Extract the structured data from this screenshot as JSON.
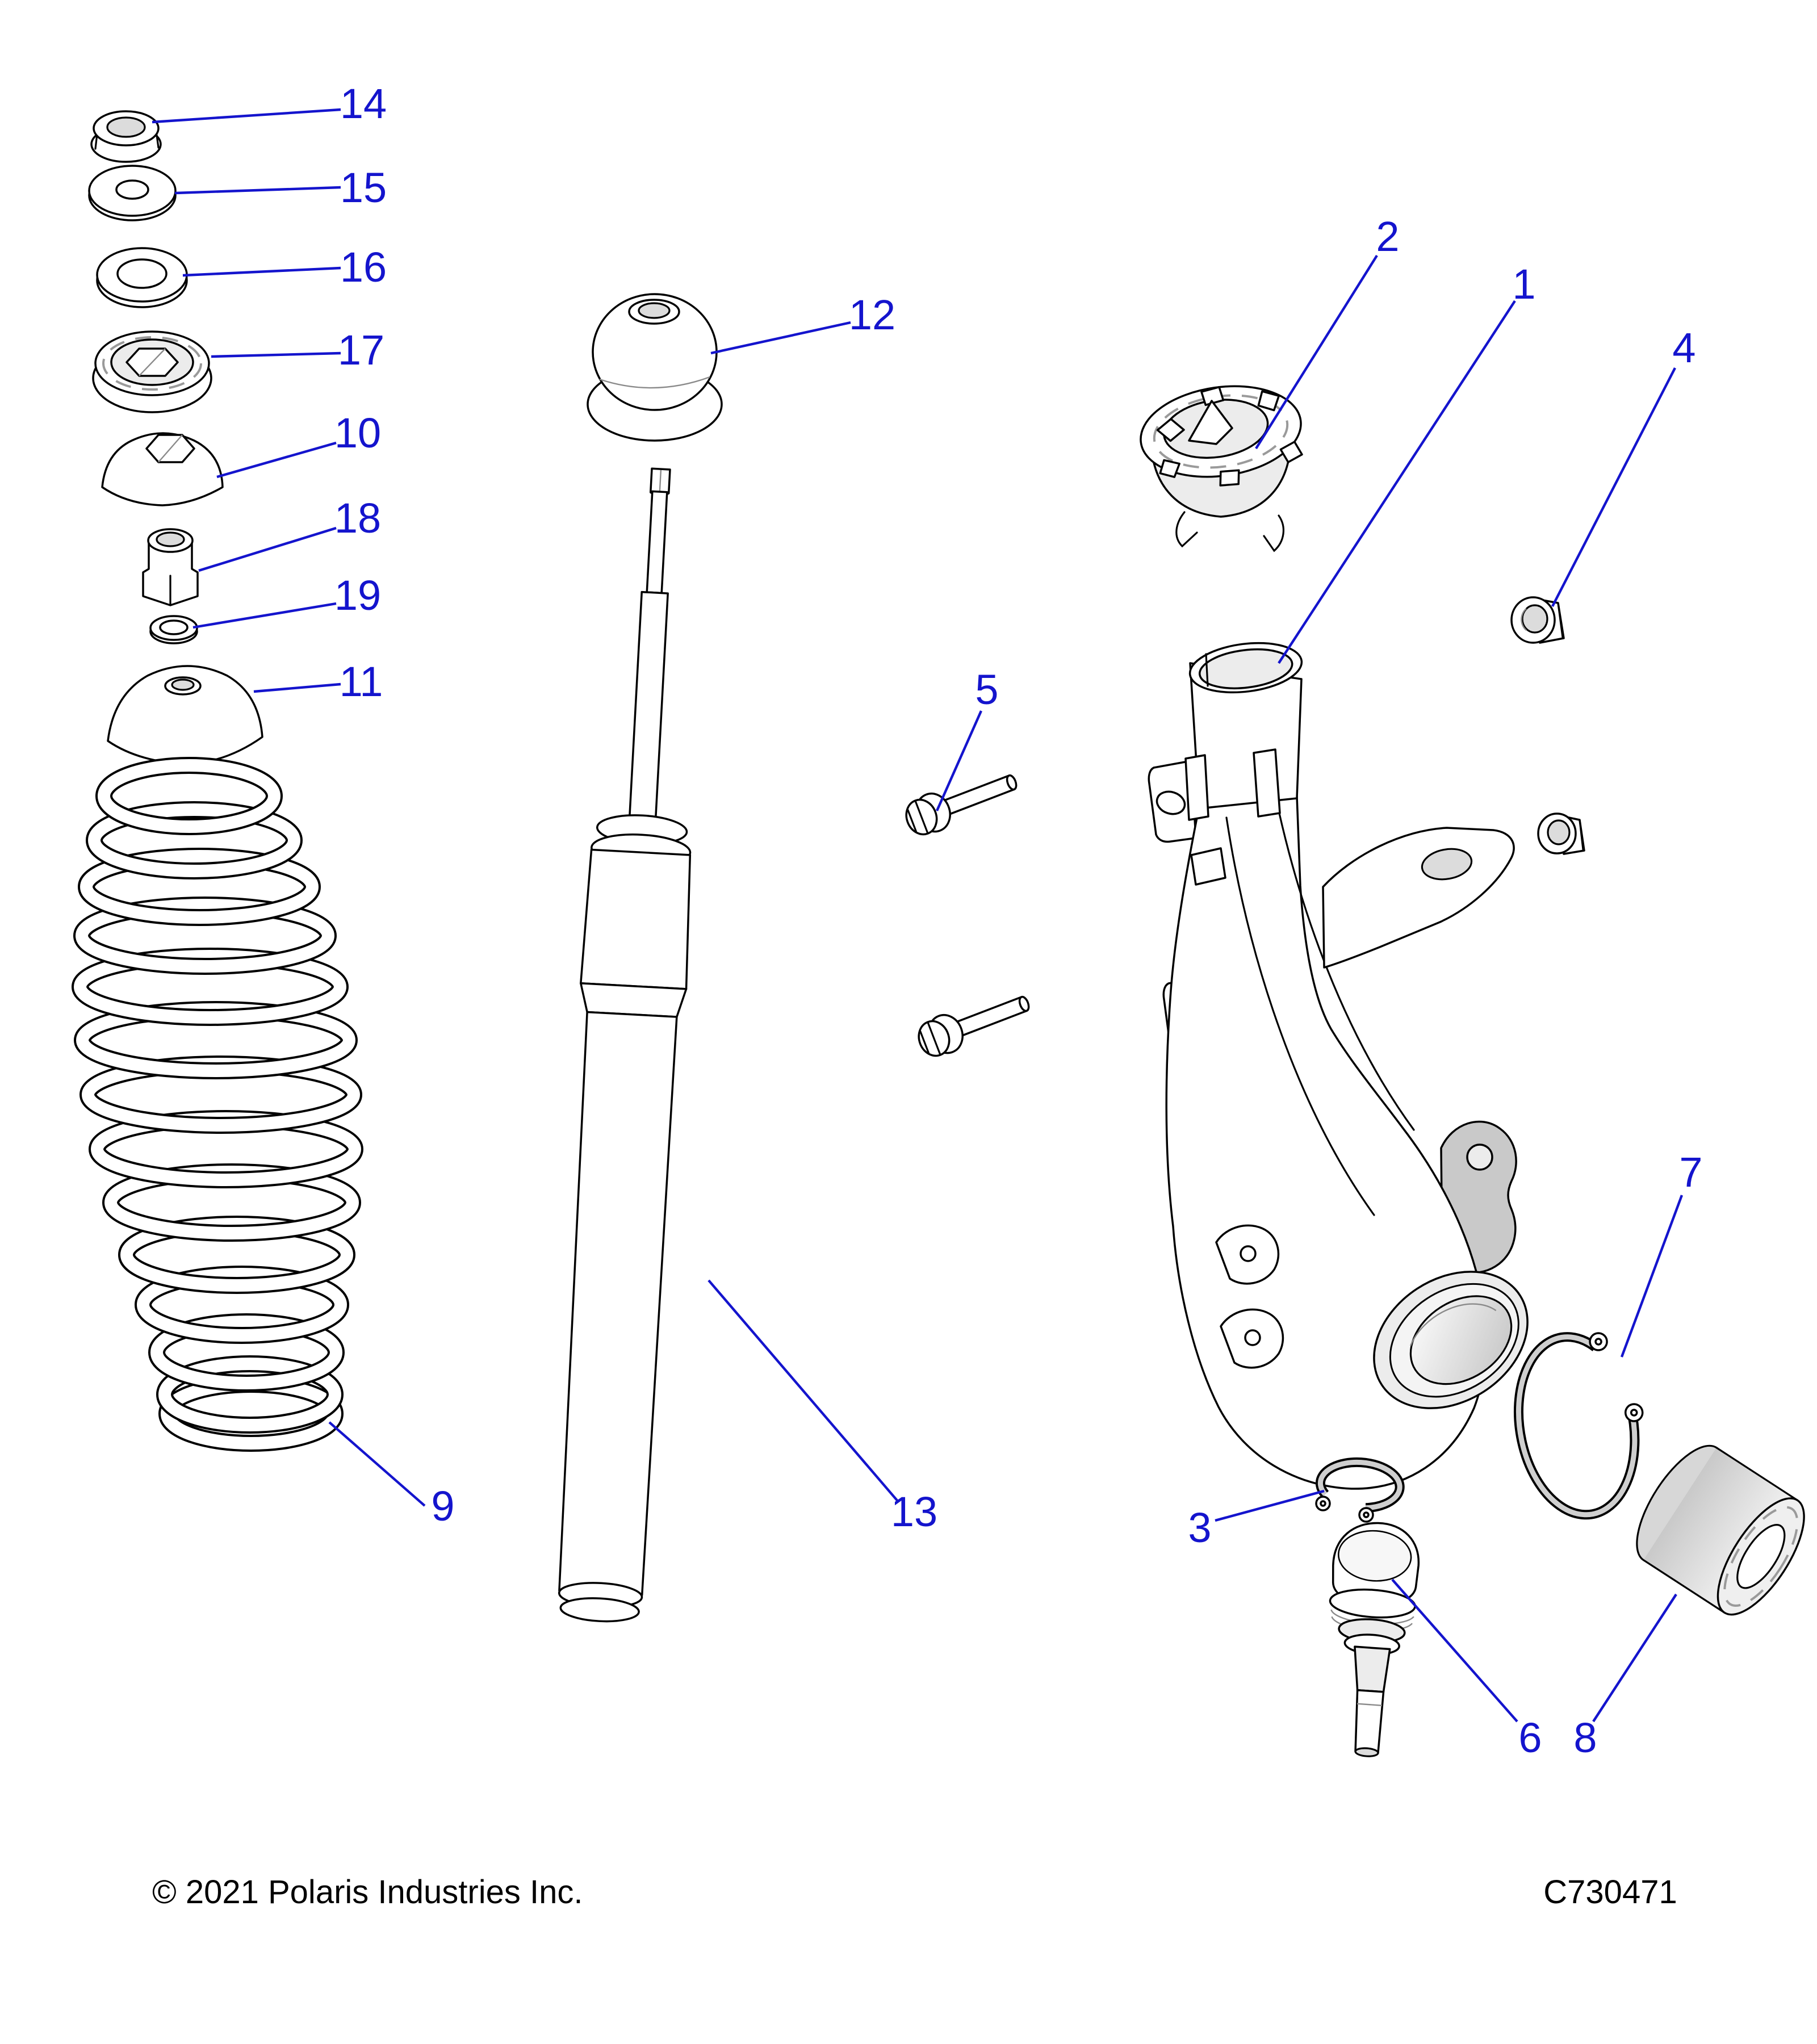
{
  "diagram": {
    "callouts": {
      "c1": {
        "label": "1"
      },
      "c2": {
        "label": "2"
      },
      "c3": {
        "label": "3"
      },
      "c4": {
        "label": "4"
      },
      "c5": {
        "label": "5"
      },
      "c6": {
        "label": "6"
      },
      "c7": {
        "label": "7"
      },
      "c8": {
        "label": "8"
      },
      "c9": {
        "label": "9"
      },
      "c10": {
        "label": "10"
      },
      "c11": {
        "label": "11"
      },
      "c12": {
        "label": "12"
      },
      "c13": {
        "label": "13"
      },
      "c14": {
        "label": "14"
      },
      "c15": {
        "label": "15"
      },
      "c16": {
        "label": "16"
      },
      "c17": {
        "label": "17"
      },
      "c18": {
        "label": "18"
      },
      "c19": {
        "label": "19"
      }
    },
    "footer": {
      "copyright": "© 2021 Polaris Industries Inc.",
      "part_code": "C730471"
    },
    "colors": {
      "callout_blue": "#1414cd",
      "outline": "#000000",
      "background": "#ffffff",
      "shading_light": "#ececec",
      "shading_mid": "#c9c9c9"
    },
    "parts": [
      {
        "callout": "1",
        "name": "steering-knuckle"
      },
      {
        "callout": "2",
        "name": "spring-seat"
      },
      {
        "callout": "3",
        "name": "snap-ring-small"
      },
      {
        "callout": "4",
        "name": "flange-nut"
      },
      {
        "callout": "5",
        "name": "flange-bolts"
      },
      {
        "callout": "6",
        "name": "ball-joint"
      },
      {
        "callout": "7",
        "name": "snap-ring-large"
      },
      {
        "callout": "8",
        "name": "wheel-bearing"
      },
      {
        "callout": "9",
        "name": "coil-spring"
      },
      {
        "callout": "10",
        "name": "dome-cap"
      },
      {
        "callout": "11",
        "name": "spring-cap"
      },
      {
        "callout": "12",
        "name": "bump-stop"
      },
      {
        "callout": "13",
        "name": "shock-absorber"
      },
      {
        "callout": "14",
        "name": "lock-nut"
      },
      {
        "callout": "15",
        "name": "flat-washer"
      },
      {
        "callout": "16",
        "name": "thick-washer"
      },
      {
        "callout": "17",
        "name": "spring-retainer"
      },
      {
        "callout": "18",
        "name": "spacer-nut"
      },
      {
        "callout": "19",
        "name": "small-washer"
      }
    ]
  }
}
